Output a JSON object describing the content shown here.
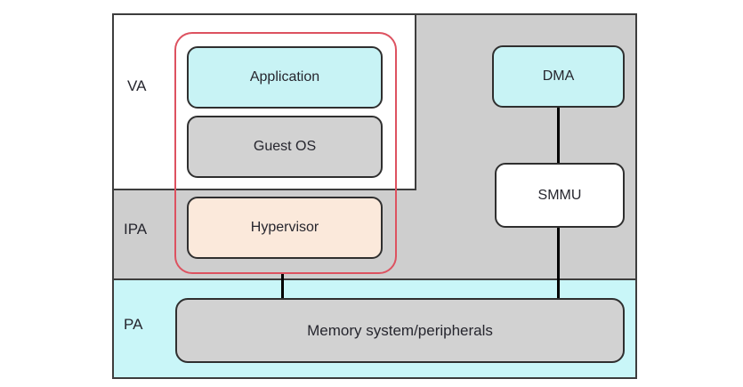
{
  "diagram": {
    "title": "address-translation-stages",
    "zones": {
      "va": {
        "label": "VA",
        "bg": "#ffffff"
      },
      "ipa": {
        "label": "IPA",
        "bg": "#cecece"
      },
      "pa": {
        "label": "PA",
        "bg": "#c9f6f8"
      }
    },
    "boxes": {
      "application": {
        "label": "Application",
        "fill": "#c8f3f5"
      },
      "guest_os": {
        "label": "Guest OS",
        "fill": "#d2d2d2"
      },
      "hypervisor": {
        "label": "Hypervisor",
        "fill": "#fbe9db"
      },
      "dma": {
        "label": "DMA",
        "fill": "#c8f3f5"
      },
      "smmu": {
        "label": "SMMU",
        "fill": "#ffffff"
      },
      "memory": {
        "label": "Memory system/peripherals",
        "fill": "#d2d2d2"
      }
    },
    "colors": {
      "diagram_background": "#cecece",
      "vm_group_outline": "#dd5260",
      "box_border": "#2f2f2f",
      "connector": "#000000",
      "outer_border": "#3d3d3d"
    }
  }
}
